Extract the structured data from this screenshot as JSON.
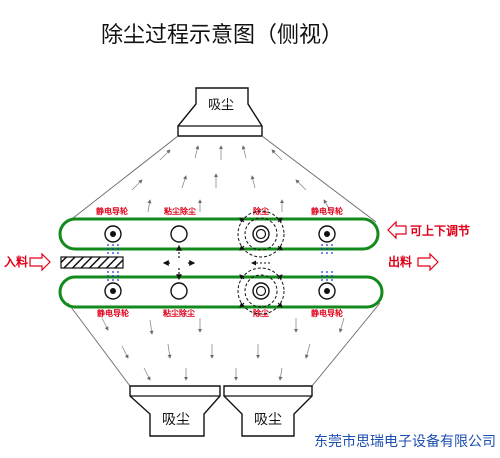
{
  "title": "除尘过程示意图（侧视）",
  "hoods": {
    "top": "吸尘",
    "bottom_left": "吸尘",
    "bottom_right": "吸尘"
  },
  "rollers": {
    "top_labels": [
      "静电导轮",
      "粘尘除尘",
      "除尘",
      "静电导轮"
    ],
    "bottom_labels": [
      "静电导轮",
      "粘尘除尘",
      "除尘",
      "静电导轮"
    ]
  },
  "labels": {
    "input": "入料",
    "output": "出料",
    "adjust": "可上下调节"
  },
  "company": "东莞市思瑞电子设备有限公司",
  "colors": {
    "belt": "#138a1c",
    "label_red": "#e0001a",
    "static_blue": "#1a35d6",
    "company_blue": "#1c4fb0"
  }
}
